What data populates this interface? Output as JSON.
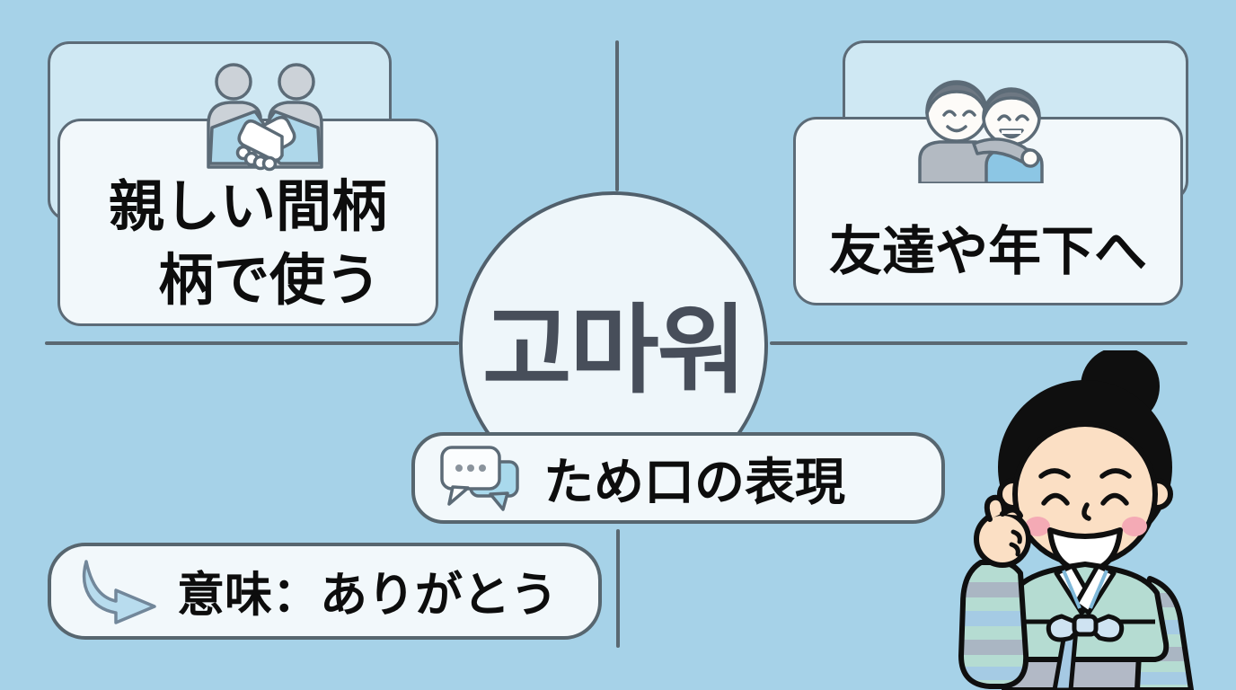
{
  "title": "korean-word-infographic",
  "colors": {
    "background": "#a6d2e8",
    "card_back": "#cfe8f3",
    "card_front": "#f2f8fb",
    "outline": "#5c6b77",
    "divider_line": "#5a6872",
    "korean_text": "#474e5a",
    "japanese_text": "#0d0d0d",
    "accent_blue": "#a9d9ec"
  },
  "center": {
    "korean_word": "고마워"
  },
  "top_left_card": {
    "icon": "handshake-icon",
    "line1": "親しい間柄",
    "line2": "柄で使う"
  },
  "top_right_card": {
    "icon": "friends-icon",
    "label": "友達や年下へ"
  },
  "usage_pill": {
    "icon": "chat-bubbles-icon",
    "label": "ため口の表現"
  },
  "meaning_pill": {
    "icon": "curved-arrow-icon",
    "label": "意味：ありがとう"
  },
  "character": {
    "illustration": "woman-in-hanbok-finger-heart"
  }
}
